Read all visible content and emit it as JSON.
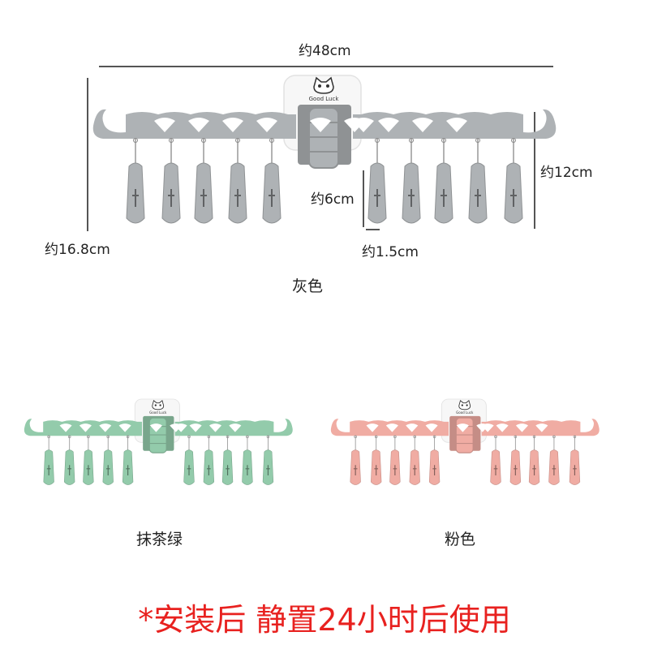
{
  "dimensions": {
    "width": "约48cm",
    "height_total": "约16.8cm",
    "height_bar": "约12cm",
    "clip_length": "约6cm",
    "clip_width": "约1.5cm"
  },
  "variants": [
    {
      "label": "灰色",
      "color": "#aeb2b5"
    },
    {
      "label": "抹茶绿",
      "color": "#93cbab"
    },
    {
      "label": "粉色",
      "color": "#f0aca3"
    }
  ],
  "plate_text": "Good Luck",
  "note": "*安装后 静置24小时后使用",
  "note_color": "#e8211f"
}
